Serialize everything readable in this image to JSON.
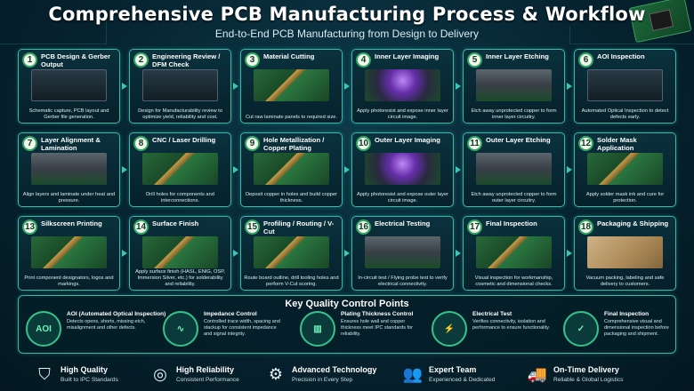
{
  "header": {
    "title": "Comprehensive PCB Manufacturing Process & Workflow",
    "subtitle": "End-to-End PCB Manufacturing from Design to Delivery"
  },
  "steps": [
    {
      "num": "1",
      "title": "PCB Design & Gerber Output",
      "desc": "Schematic capture, PCB layout and Gerber file generation.",
      "img": "screen"
    },
    {
      "num": "2",
      "title": "Engineering Review / DFM Check",
      "desc": "Design for Manufacturability review to optimize yield, reliability and cost.",
      "img": "screen"
    },
    {
      "num": "3",
      "title": "Material Cutting",
      "desc": "Cut raw laminate panels to required size.",
      "img": "board"
    },
    {
      "num": "4",
      "title": "Inner Layer Imaging",
      "desc": "Apply photoresist and expose inner layer circuit image.",
      "img": "purple"
    },
    {
      "num": "5",
      "title": "Inner Layer Etching",
      "desc": "Etch away unprotected copper to form inner layer circuitry.",
      "img": "gray"
    },
    {
      "num": "6",
      "title": "AOI Inspection",
      "desc": "Automated Optical Inspection to detect defects early.",
      "img": "screen"
    },
    {
      "num": "7",
      "title": "Layer Alignment & Lamination",
      "desc": "Align layers and laminate under heat and pressure.",
      "img": "gray"
    },
    {
      "num": "8",
      "title": "CNC / Laser Drilling",
      "desc": "Drill holes for components and interconnections.",
      "img": "board"
    },
    {
      "num": "9",
      "title": "Hole Metallization / Copper Plating",
      "desc": "Deposit copper in holes and build copper thickness.",
      "img": "board"
    },
    {
      "num": "10",
      "title": "Outer Layer Imaging",
      "desc": "Apply photoresist and expose outer layer circuit image.",
      "img": "purple"
    },
    {
      "num": "11",
      "title": "Outer Layer Etching",
      "desc": "Etch away unprotected copper to form outer layer circuitry.",
      "img": "gray"
    },
    {
      "num": "12",
      "title": "Solder Mask Application",
      "desc": "Apply solder mask ink and cure for protection.",
      "img": "board"
    },
    {
      "num": "13",
      "title": "Silkscreen Printing",
      "desc": "Print component designators, logos and markings.",
      "img": "board"
    },
    {
      "num": "14",
      "title": "Surface Finish",
      "desc": "Apply surface finish (HASL, ENIG, OSP, Immersion Silver, etc.) for solderability and reliability.",
      "img": "board"
    },
    {
      "num": "15",
      "title": "Profiling / Routing / V-Cut",
      "desc": "Route board outline, drill tooling holes and perform V-Cut scoring.",
      "img": "board"
    },
    {
      "num": "16",
      "title": "Electrical Testing",
      "desc": "In-circuit test / Flying probe test to verify electrical connectivity.",
      "img": "gray"
    },
    {
      "num": "17",
      "title": "Final Inspection",
      "desc": "Visual inspection for workmanship, cosmetic and dimensional checks.",
      "img": "board"
    },
    {
      "num": "18",
      "title": "Packaging & Shipping",
      "desc": "Vacuum packing, labeling and safe delivery to customers.",
      "img": "box"
    }
  ],
  "quality": {
    "title": "Key Quality Control Points",
    "items": [
      {
        "name": "AOI (Automated Optical Inspection)",
        "desc": "Detects opens, shorts, missing etch, misalignment and other defects.",
        "icon": "aoi-icon",
        "icon_text": "AOI"
      },
      {
        "name": "Impedance Control",
        "desc": "Controlled trace width, spacing and stackup for consistent impedance and signal integrity.",
        "icon": "waveform-icon",
        "icon_text": "∿"
      },
      {
        "name": "Plating Thickness Control",
        "desc": "Ensures hole wall and copper thickness meet IPC standards for reliability.",
        "icon": "plating-icon",
        "icon_text": "▥"
      },
      {
        "name": "Electrical Test",
        "desc": "Verifies connectivity, isolation and performance to ensure functionality.",
        "icon": "multimeter-icon",
        "icon_text": "⚡"
      },
      {
        "name": "Final Inspection",
        "desc": "Comprehensive visual and dimensional inspection before packaging and shipment.",
        "icon": "shield-check-icon",
        "icon_text": "✓"
      }
    ]
  },
  "footer": [
    {
      "name": "High Quality",
      "desc": "Built to IPC Standards",
      "icon": "shield-icon",
      "glyph": "⛉"
    },
    {
      "name": "High Reliability",
      "desc": "Consistent Performance",
      "icon": "target-icon",
      "glyph": "◎"
    },
    {
      "name": "Advanced Technology",
      "desc": "Precision in Every Step",
      "icon": "gear-icon",
      "glyph": "⚙"
    },
    {
      "name": "Expert Team",
      "desc": "Experienced & Dedicated",
      "icon": "team-icon",
      "glyph": "👥"
    },
    {
      "name": "On-Time Delivery",
      "desc": "Reliable & Global Logistics",
      "icon": "truck-icon",
      "glyph": "🚚"
    }
  ],
  "colors": {
    "accent": "#3ab8a8",
    "background": "#062330",
    "number_ring": "#2fa865"
  }
}
